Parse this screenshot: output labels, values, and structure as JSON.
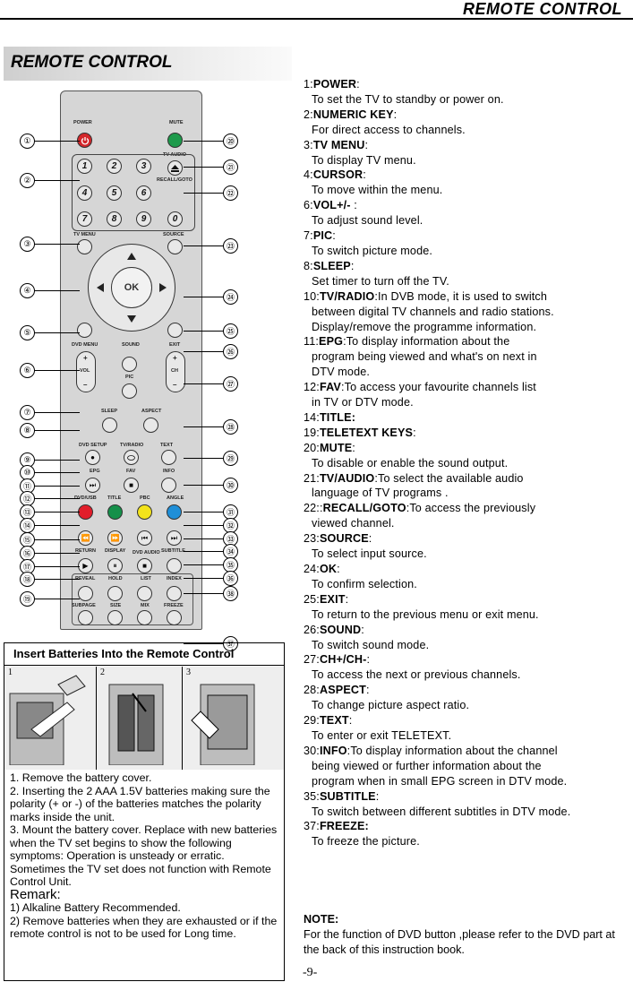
{
  "header": {
    "title": "REMOTE CONTROL"
  },
  "section_title": "REMOTE CONTROL",
  "remote": {
    "labels": {
      "power": "POWER",
      "mute": "MUTE",
      "tv_audio": "TV AUDIO",
      "recall_goto": "RECALL/GOTO",
      "tv_menu": "TV MENU",
      "source": "SOURCE",
      "ok": "OK",
      "dvd_menu": "DVD MENU",
      "sound": "SOUND",
      "exit": "EXIT",
      "vol": "VOL",
      "ch": "CH",
      "pic": "PIC",
      "sleep": "SLEEP",
      "aspect": "ASPECT",
      "dvd_setup": "DVD SETUP",
      "tv_radio": "TV/RADIO",
      "text": "TEXT",
      "epg": "EPG",
      "fav": "FAV",
      "info": "INFO",
      "dvd_usb": "DVD/USB",
      "title": "TITLE",
      "pbc": "PBC",
      "angle": "ANGLE",
      "return": "RETURN",
      "display": "DISPLAY",
      "dvd_audio": "DVD AUDIO",
      "subtitle": "SUBTITLE",
      "reveal": "REVEAL",
      "hold": "HOLD",
      "list": "LIST",
      "index": "INDEX",
      "subpage": "SUBPAGE",
      "size": "SIZE",
      "mix": "MIX",
      "freeze": "FREEZE",
      "plus": "+",
      "minus": "–"
    },
    "digits": [
      "1",
      "2",
      "3",
      "4",
      "5",
      "6",
      "7",
      "8",
      "9",
      "0"
    ],
    "callouts_left": [
      "①",
      "②",
      "③",
      "④",
      "⑤",
      "⑥",
      "⑦",
      "⑧",
      "⑨",
      "⑩",
      "⑪",
      "⑫",
      "⑬",
      "⑭",
      "⑮",
      "⑯",
      "⑰",
      "⑱",
      "⑲"
    ],
    "callouts_right": [
      "⑳",
      "㉑",
      "㉒",
      "㉓",
      "㉔",
      "㉕",
      "㉖",
      "㉗",
      "㉘",
      "㉙",
      "㉚",
      "㉛",
      "㉜",
      "㉝",
      "㉞",
      "㉟",
      "㊱",
      "㊳",
      "㊲"
    ],
    "colors": {
      "power": "#d3262a",
      "mute": "#1d9a4b",
      "red": "#e11d2a",
      "green": "#15904a",
      "yellow": "#f3e31b",
      "blue": "#1f8fd8"
    }
  },
  "batteries": {
    "title": "Insert Batteries Into the Remote Control",
    "figure_numbers": [
      "1",
      "2",
      "3"
    ],
    "steps": [
      "1.    Remove the battery cover.",
      "2.    Inserting the 2 AAA 1.5V batteries making sure the polarity (+ or -) of the batteries matches the polarity marks inside the unit.",
      "3.    Mount the battery cover. Replace with new batteries when the TV set begins to show the following symptoms: Operation is unsteady or erratic. Sometimes the TV set does not function with Remote Control    Unit."
    ],
    "remark_heading": "Remark:",
    "remarks": [
      "1) Alkaline Battery Recommended.",
      "2) Remove batteries when they are exhausted or if the remote control is not to be used    for Long time."
    ]
  },
  "items": [
    {
      "num": "1:",
      "key": "POWER",
      "sep": ":",
      "inline": "",
      "desc": [
        "To set the TV to standby or power on."
      ]
    },
    {
      "num": "2:",
      "key": "NUMERIC KEY",
      "sep": ":",
      "inline": "",
      "desc": [
        "For direct access to channels."
      ]
    },
    {
      "num": "3:",
      "key": "TV MENU",
      "sep": ":",
      "inline": "",
      "desc": [
        "To display TV menu."
      ]
    },
    {
      "num": "4:",
      "key": "CURSOR",
      "sep": ":",
      "inline": "",
      "desc": [
        "To move within the menu."
      ]
    },
    {
      "num": "6:",
      "key": "VOL+/-",
      "sep": " :",
      "inline": "",
      "desc": [
        "To adjust sound level."
      ]
    },
    {
      "num": "7:",
      "key": "PIC",
      "sep": ":",
      "inline": "",
      "desc": [
        "To switch picture mode."
      ]
    },
    {
      "num": "8:",
      "key": "SLEEP",
      "sep": ":",
      "inline": "",
      "desc": [
        "Set timer to turn off the TV."
      ]
    },
    {
      "num": "10:",
      "key": "TV/RADIO",
      "sep": ":",
      "inline": "In DVB mode, it is used    to switch",
      "desc": [
        "between digital TV channels and    radio stations.",
        "Display/remove the programme    information."
      ]
    },
    {
      "num": "11:",
      "key": "EPG",
      "sep": ":",
      "inline": "To display information about the",
      "desc": [
        "program being viewed and what's on next in",
        "DTV mode."
      ]
    },
    {
      "num": "12:",
      "key": "FAV",
      "sep": ":",
      "inline": "To access your favourite channels list",
      "desc": [
        "in TV or DTV mode."
      ]
    },
    {
      "num": "14:",
      "key": "TITLE:",
      "sep": "",
      "inline": "",
      "desc": []
    },
    {
      "num": "19:",
      "key": "TELETEXT KEYS",
      "sep": ":",
      "inline": "",
      "desc": []
    },
    {
      "num": "20:",
      "key": "MUTE",
      "sep": ":",
      "inline": "",
      "desc": [
        "To disable or enable the sound output."
      ]
    },
    {
      "num": "21:",
      "key": "TV/AUDIO",
      "sep": ":",
      "inline": "To select the available audio",
      "desc": [
        "language of TV programs ."
      ]
    },
    {
      "num": "22::",
      "key": "RECALL/GOTO",
      "sep": ":",
      "inline": "To access the previously",
      "desc": [
        "viewed channel."
      ]
    },
    {
      "num": "23:",
      "key": "SOURCE",
      "sep": ":",
      "inline": "",
      "desc": [
        "To select input source."
      ]
    },
    {
      "num": "24:",
      "key": "OK",
      "sep": ":",
      "inline": "",
      "desc": [
        "To confirm selection."
      ]
    },
    {
      "num": "25:",
      "key": "EXIT",
      "sep": ":",
      "inline": "",
      "desc": [
        "To return to the previous menu    or exit      menu."
      ]
    },
    {
      "num": "26:",
      "key": "SOUND",
      "sep": ":",
      "inline": "",
      "desc": [
        "To switch sound mode."
      ]
    },
    {
      "num": "27:",
      "key": "CH+/CH-",
      "sep": ":",
      "inline": "",
      "desc": [
        "To access the next or previous    channels."
      ]
    },
    {
      "num": "28:",
      "key": "ASPECT",
      "sep": ":",
      "inline": "",
      "desc": [
        "To change picture aspect ratio."
      ]
    },
    {
      "num": "29:",
      "key": "TEXT",
      "sep": ":",
      "inline": "",
      "desc": [
        "To enter or exit TELETEXT."
      ]
    },
    {
      "num": "30:",
      "key": "INFO",
      "sep": ":",
      "inline": "To display information about the channel",
      "desc": [
        "being viewed or further information about the",
        "program when in small EPG    screen in DTV mode."
      ]
    },
    {
      "num": "35:",
      "key": "SUBTITLE",
      "sep": ":",
      "inline": "",
      "desc": [
        "To switch between different    subtitles in DTV mode."
      ]
    },
    {
      "num": "37:",
      "key": "FREEZE:",
      "sep": "",
      "inline": "",
      "desc": [
        "To freeze the picture."
      ]
    }
  ],
  "note": {
    "title": "NOTE:",
    "text": "For the function of DVD button ,please refer to the DVD part at the back of this    instruction book."
  },
  "page_number": "-9-"
}
